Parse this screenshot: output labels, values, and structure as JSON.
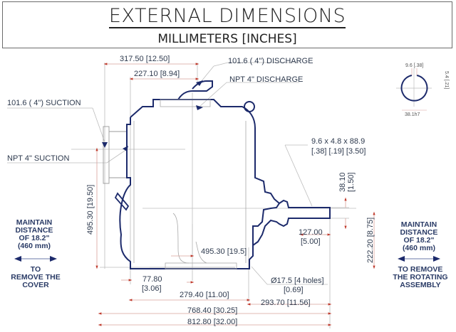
{
  "header": {
    "title": "EXTERNAL DIMENSIONS",
    "subtitle": "MILLIMETERS [INCHES]"
  },
  "callouts": {
    "discharge_size": "101.6 ( 4\") DISCHARGE",
    "discharge_npt": "NPT 4\" DISCHARGE",
    "suction_size": "101.6 ( 4\") SUCTION",
    "suction_npt": "NPT 4\" SUCTION",
    "keyway_dims": "9.6  x  4.8  x  88.9",
    "keyway_dims_in": "[.38]  [.19]  [3.50]",
    "mounting_holes": "Ø17.5 [4 holes]",
    "mounting_holes_in": "[0.69]"
  },
  "dimensions": {
    "d317": "317.50  [12.50]",
    "d227": "227.10  [8.94]",
    "d495_height": "495.30  [19.50]",
    "d495_base": "495.30 [19.5]",
    "d38_a": "38.10",
    "d38_b": "[1.50]",
    "d127_a": "127.00",
    "d127_b": "[5.00]",
    "d222": "222.20  [8.75]",
    "d77_a": "77.80",
    "d77_b": "[3.06]",
    "d279": "279.40  [11.00]",
    "d293": "293.70  [11.56]",
    "d768": "768.40  [30.25]",
    "d812": "812.80  [32.00]"
  },
  "shaft_detail": {
    "key_width": "9.6 [.38]",
    "key_depth": "5.4 [.21]",
    "shaft_dia": "38.1h7"
  },
  "notes": {
    "left": {
      "line1": "MAINTAIN",
      "line2": "DISTANCE",
      "line3": "OF 18.2\"",
      "line4": "(460 mm)",
      "line5": "TO",
      "line6": "REMOVE THE",
      "line7": "COVER"
    },
    "right": {
      "line1": "MAINTAIN",
      "line2": "DISTANCE",
      "line3": "OF 18.2\"",
      "line4": "(460 mm)",
      "line5": "TO REMOVE",
      "line6": "THE ROTATING",
      "line7": "ASSEMBLY"
    }
  },
  "colors": {
    "outline": "#1c2a6b",
    "dimension": "#c0392b",
    "guide": "#b8b8b8",
    "text": "#2e3a4e"
  }
}
